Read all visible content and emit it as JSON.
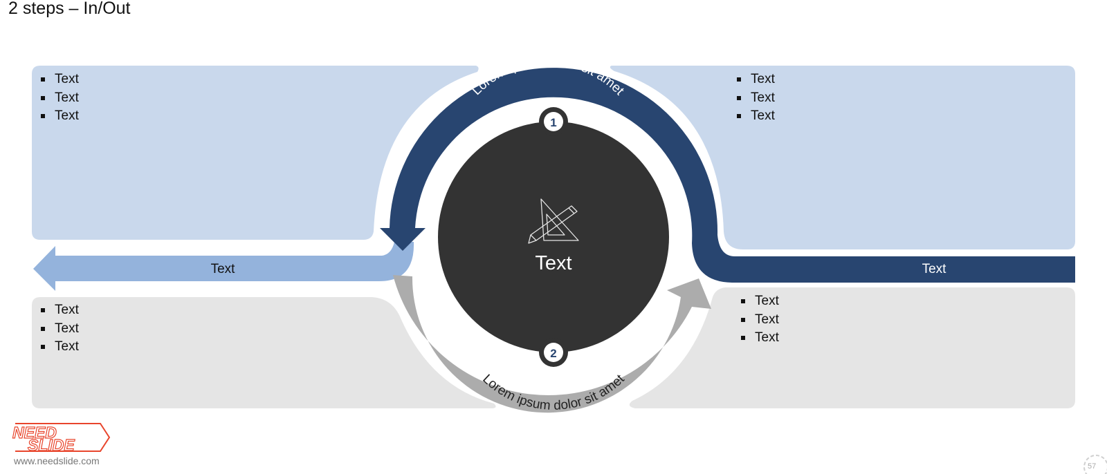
{
  "title": "2 steps – In/Out",
  "steps": [
    {
      "number": "1",
      "arc_label": "Lorem ipsum dolor sit amet"
    },
    {
      "number": "2",
      "arc_label": "Lorem ipsum dolor sit amet"
    }
  ],
  "center": {
    "label": "Text",
    "icon": "pencil-ruler-icon"
  },
  "arrows": {
    "left_label": "Text",
    "right_label": "Text"
  },
  "panels": {
    "top_left": [
      "Text",
      "Text",
      "Text"
    ],
    "top_right": [
      "Text",
      "Text",
      "Text"
    ],
    "bottom_left": [
      "Text",
      "Text",
      "Text"
    ],
    "bottom_right": [
      "Text",
      "Text",
      "Text"
    ]
  },
  "footer": {
    "logo_line1": "NEED",
    "logo_line2": "SLIDE",
    "url": "www.needslide.com",
    "page": "57"
  },
  "colors": {
    "dark_blue": "#284570",
    "light_blue_panel": "#c9d8ec",
    "mid_blue_arrow": "#94b3dc",
    "gray_panel": "#e5e5e5",
    "gray_arrow": "#acacac",
    "center_circle": "#333333",
    "logo_orange": "#e8452c"
  }
}
